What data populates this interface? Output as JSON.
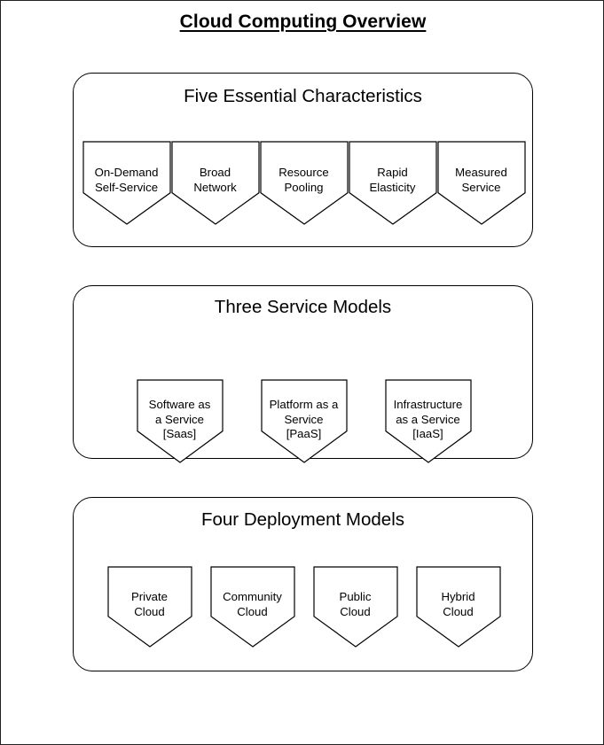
{
  "document": {
    "title": "Cloud Computing Overview"
  },
  "sections": [
    {
      "id": "characteristics",
      "title": "Five Essential Characteristics",
      "items": [
        {
          "label": "On-Demand\nSelf-Service"
        },
        {
          "label": "Broad\nNetwork"
        },
        {
          "label": "Resource\nPooling"
        },
        {
          "label": "Rapid\nElasticity"
        },
        {
          "label": "Measured\nService"
        }
      ]
    },
    {
      "id": "service",
      "title": "Three Service Models",
      "items": [
        {
          "label": "Software as\na Service\n[Saas]"
        },
        {
          "label": "Platform as a\nService\n[PaaS]"
        },
        {
          "label": "Infrastructure\nas a Service\n[IaaS]"
        }
      ]
    },
    {
      "id": "deployment",
      "title": "Four Deployment Models",
      "items": [
        {
          "label": "Private\nCloud"
        },
        {
          "label": "Community\nCloud"
        },
        {
          "label": "Public\nCloud"
        },
        {
          "label": "Hybrid\nCloud"
        }
      ]
    }
  ],
  "style": {
    "background": "#ffffff",
    "stroke": "#000000",
    "text": "#000000"
  }
}
